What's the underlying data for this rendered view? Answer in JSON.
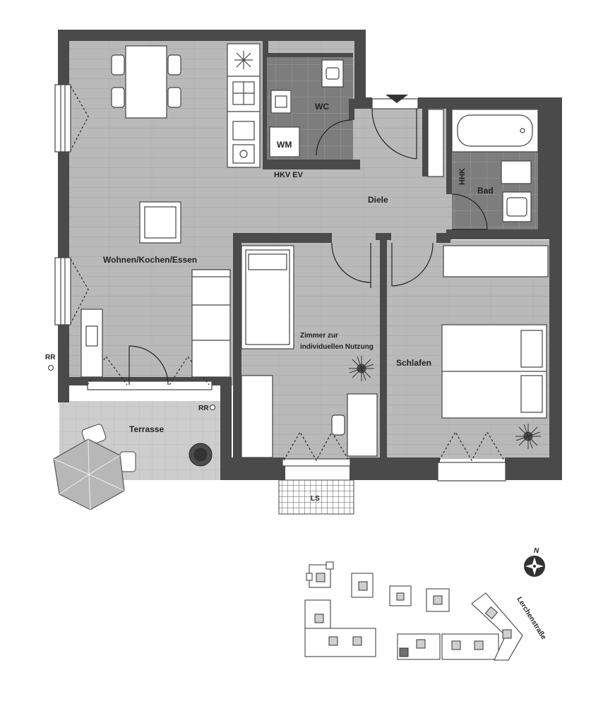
{
  "rooms": {
    "living": "Wohnen/Kochen/Essen",
    "wc": "WC",
    "wm": "WM",
    "hkv": "HKV EV",
    "hall": "Diele",
    "bath": "Bad",
    "hhk": "HHK",
    "study_line1": "Zimmer zur",
    "study_line2": "individuellen Nutzung",
    "bedroom": "Schlafen",
    "terrace": "Terrasse",
    "ls": "LS",
    "rr_left": "RR",
    "rr_terrace": "RR"
  },
  "site_plan": {
    "north": "N",
    "street": "Lerchenstraße"
  },
  "colors": {
    "wall": "#4a4a4a",
    "floor": "#b8b8b8",
    "tile": "#7c7c7c",
    "terrace": "#c9c9c9",
    "furniture": "#ffffff",
    "site_highlight": "#cfcfcf",
    "site_current": "#6f6f6f"
  },
  "icons": [
    "compass-icon",
    "plant-icon",
    "umbrella-icon",
    "door-swing-icon",
    "stove-icon",
    "sink-icon",
    "toilet-icon",
    "bathtub-icon"
  ]
}
